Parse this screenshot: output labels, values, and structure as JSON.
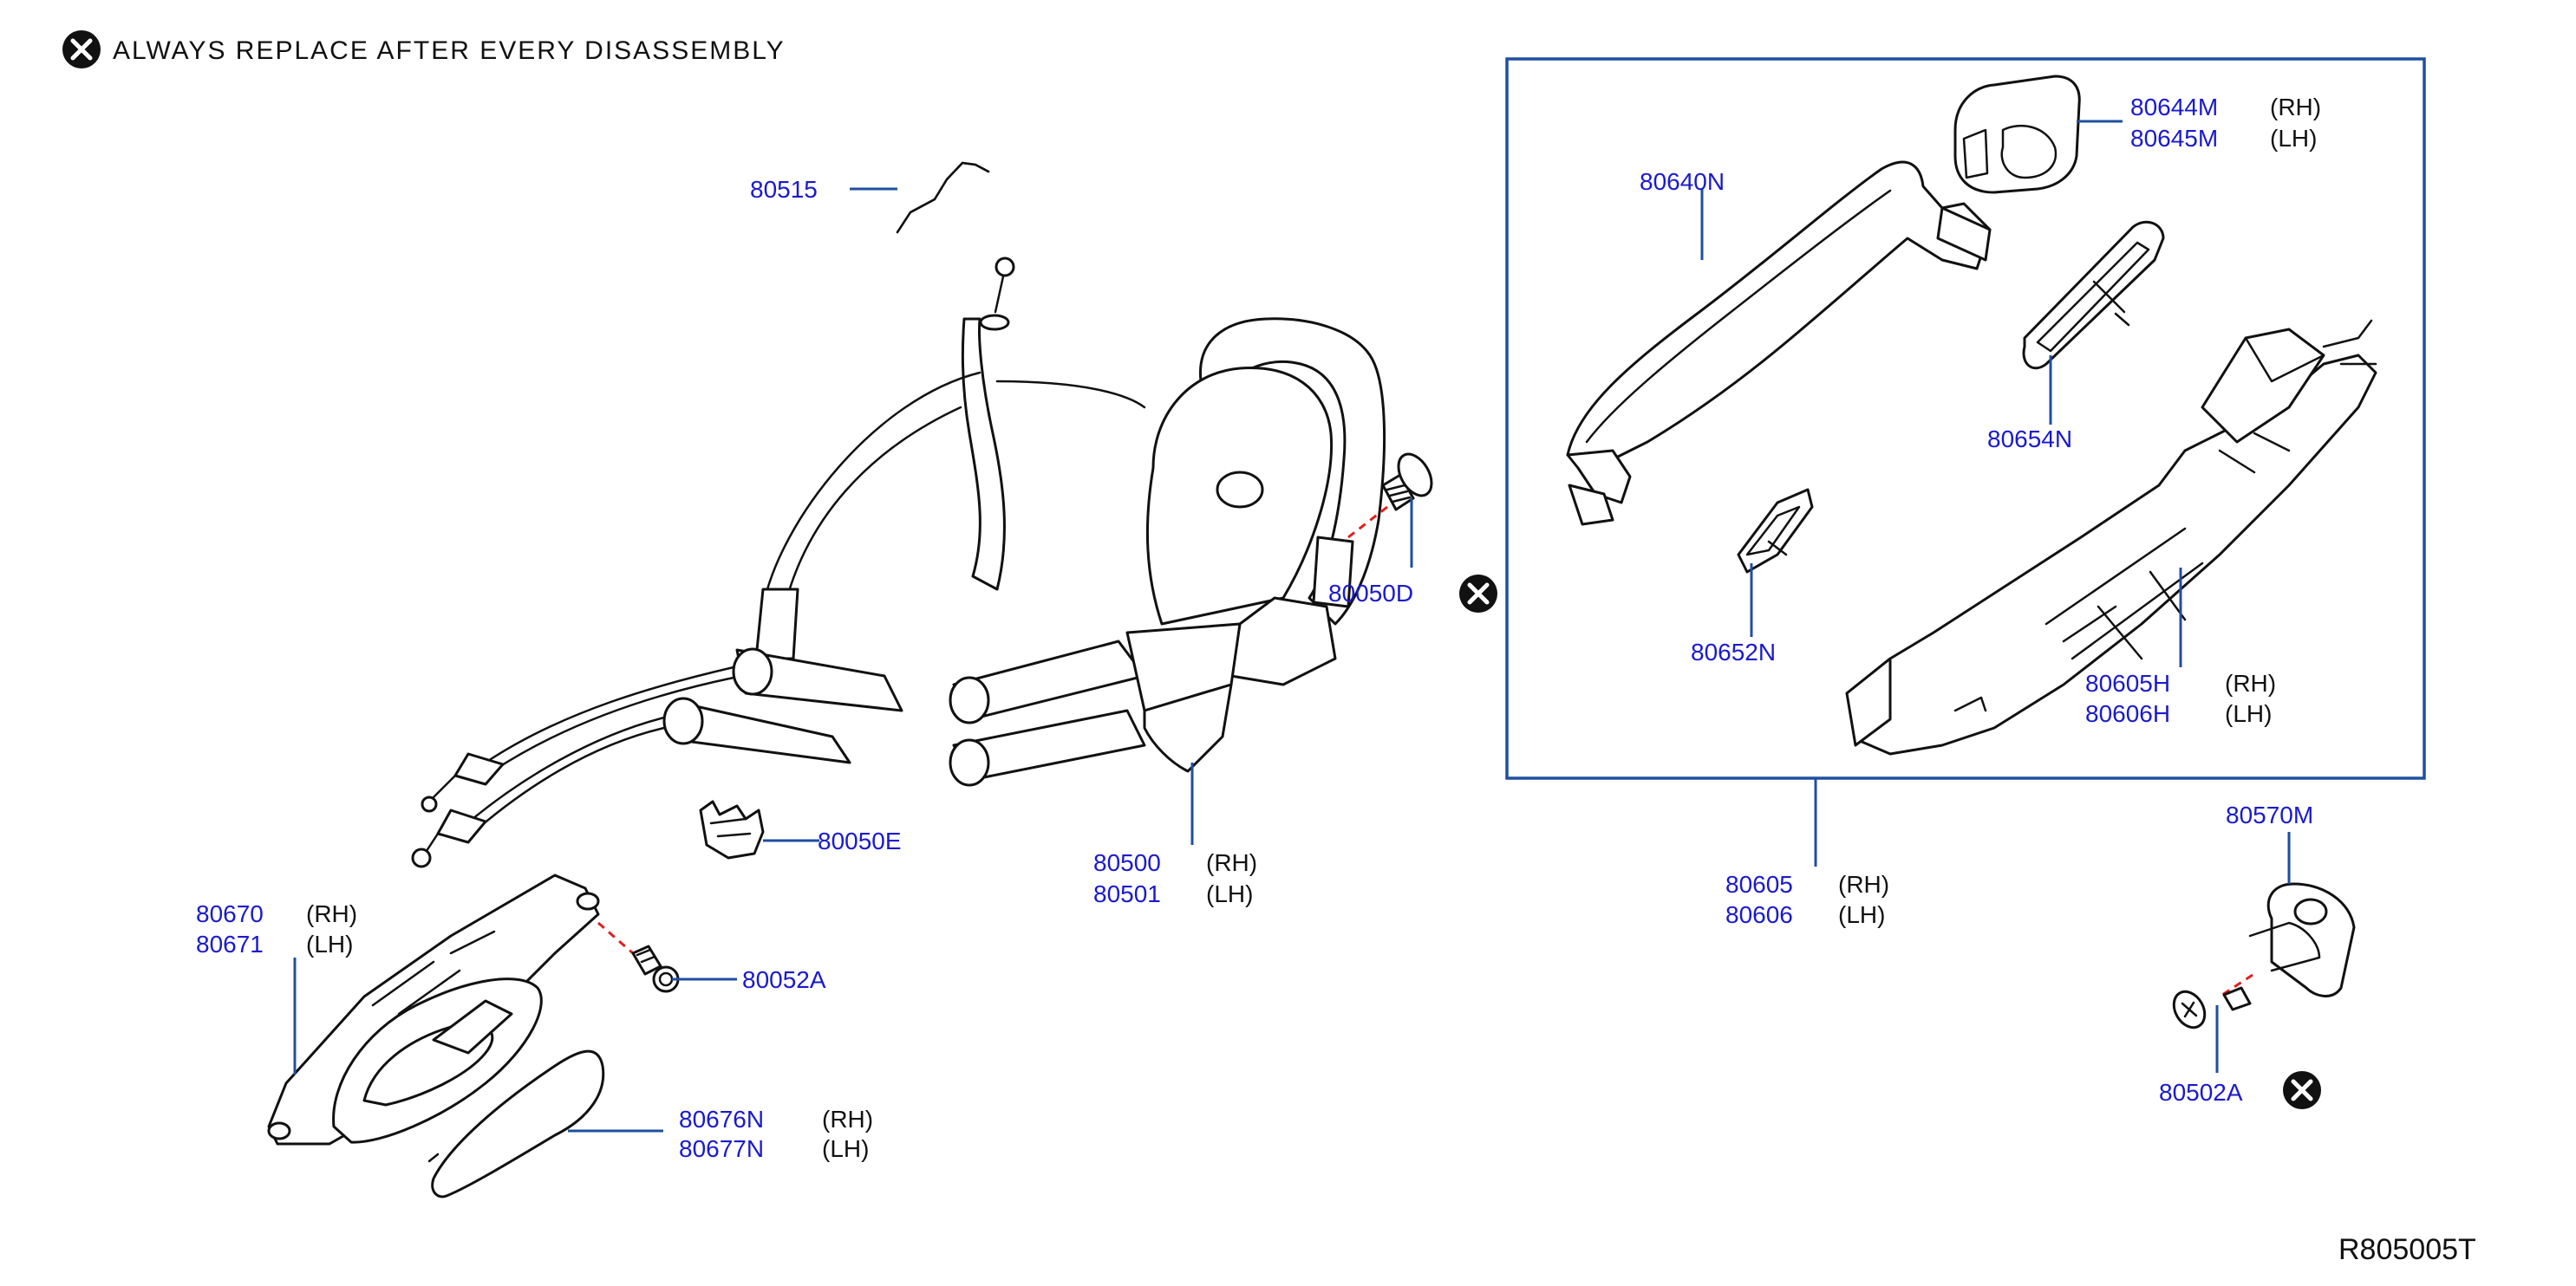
{
  "note": {
    "text": "ALWAYS   REPLACE   AFTER   EVERY   DISASSEMBLY",
    "icon": "replace-mark-icon"
  },
  "reference_code": "R805005T",
  "colors": {
    "part_number": "#1a1acc",
    "leader_line": "#1f4fa0",
    "fastener_path": "#e02020",
    "text": "#111111"
  },
  "parts": {
    "p80515": "80515",
    "p80050D": "80050D",
    "p80050E": "80050E",
    "p80052A": "80052A",
    "p80500": "80500",
    "p80500_side": "(RH)",
    "p80501": "80501",
    "p80501_side": "(LH)",
    "p80670": "80670",
    "p80670_side": "(RH)",
    "p80671": "80671",
    "p80671_side": "(LH)",
    "p80676N": "80676N",
    "p80676N_side": "(RH)",
    "p80677N": "80677N",
    "p80677N_side": "(LH)",
    "p80640N": "80640N",
    "p80644M": "80644M",
    "p80644M_side": "(RH)",
    "p80645M": "80645M",
    "p80645M_side": "(LH)",
    "p80654N": "80654N",
    "p80652N": "80652N",
    "p80605H": "80605H",
    "p80605H_side": "(RH)",
    "p80606H": "80606H",
    "p80606H_side": "(LH)",
    "p80605": "80605",
    "p80605_side": "(RH)",
    "p80606": "80606",
    "p80606_side": "(LH)",
    "p80570M": "80570M",
    "p80502A": "80502A"
  }
}
